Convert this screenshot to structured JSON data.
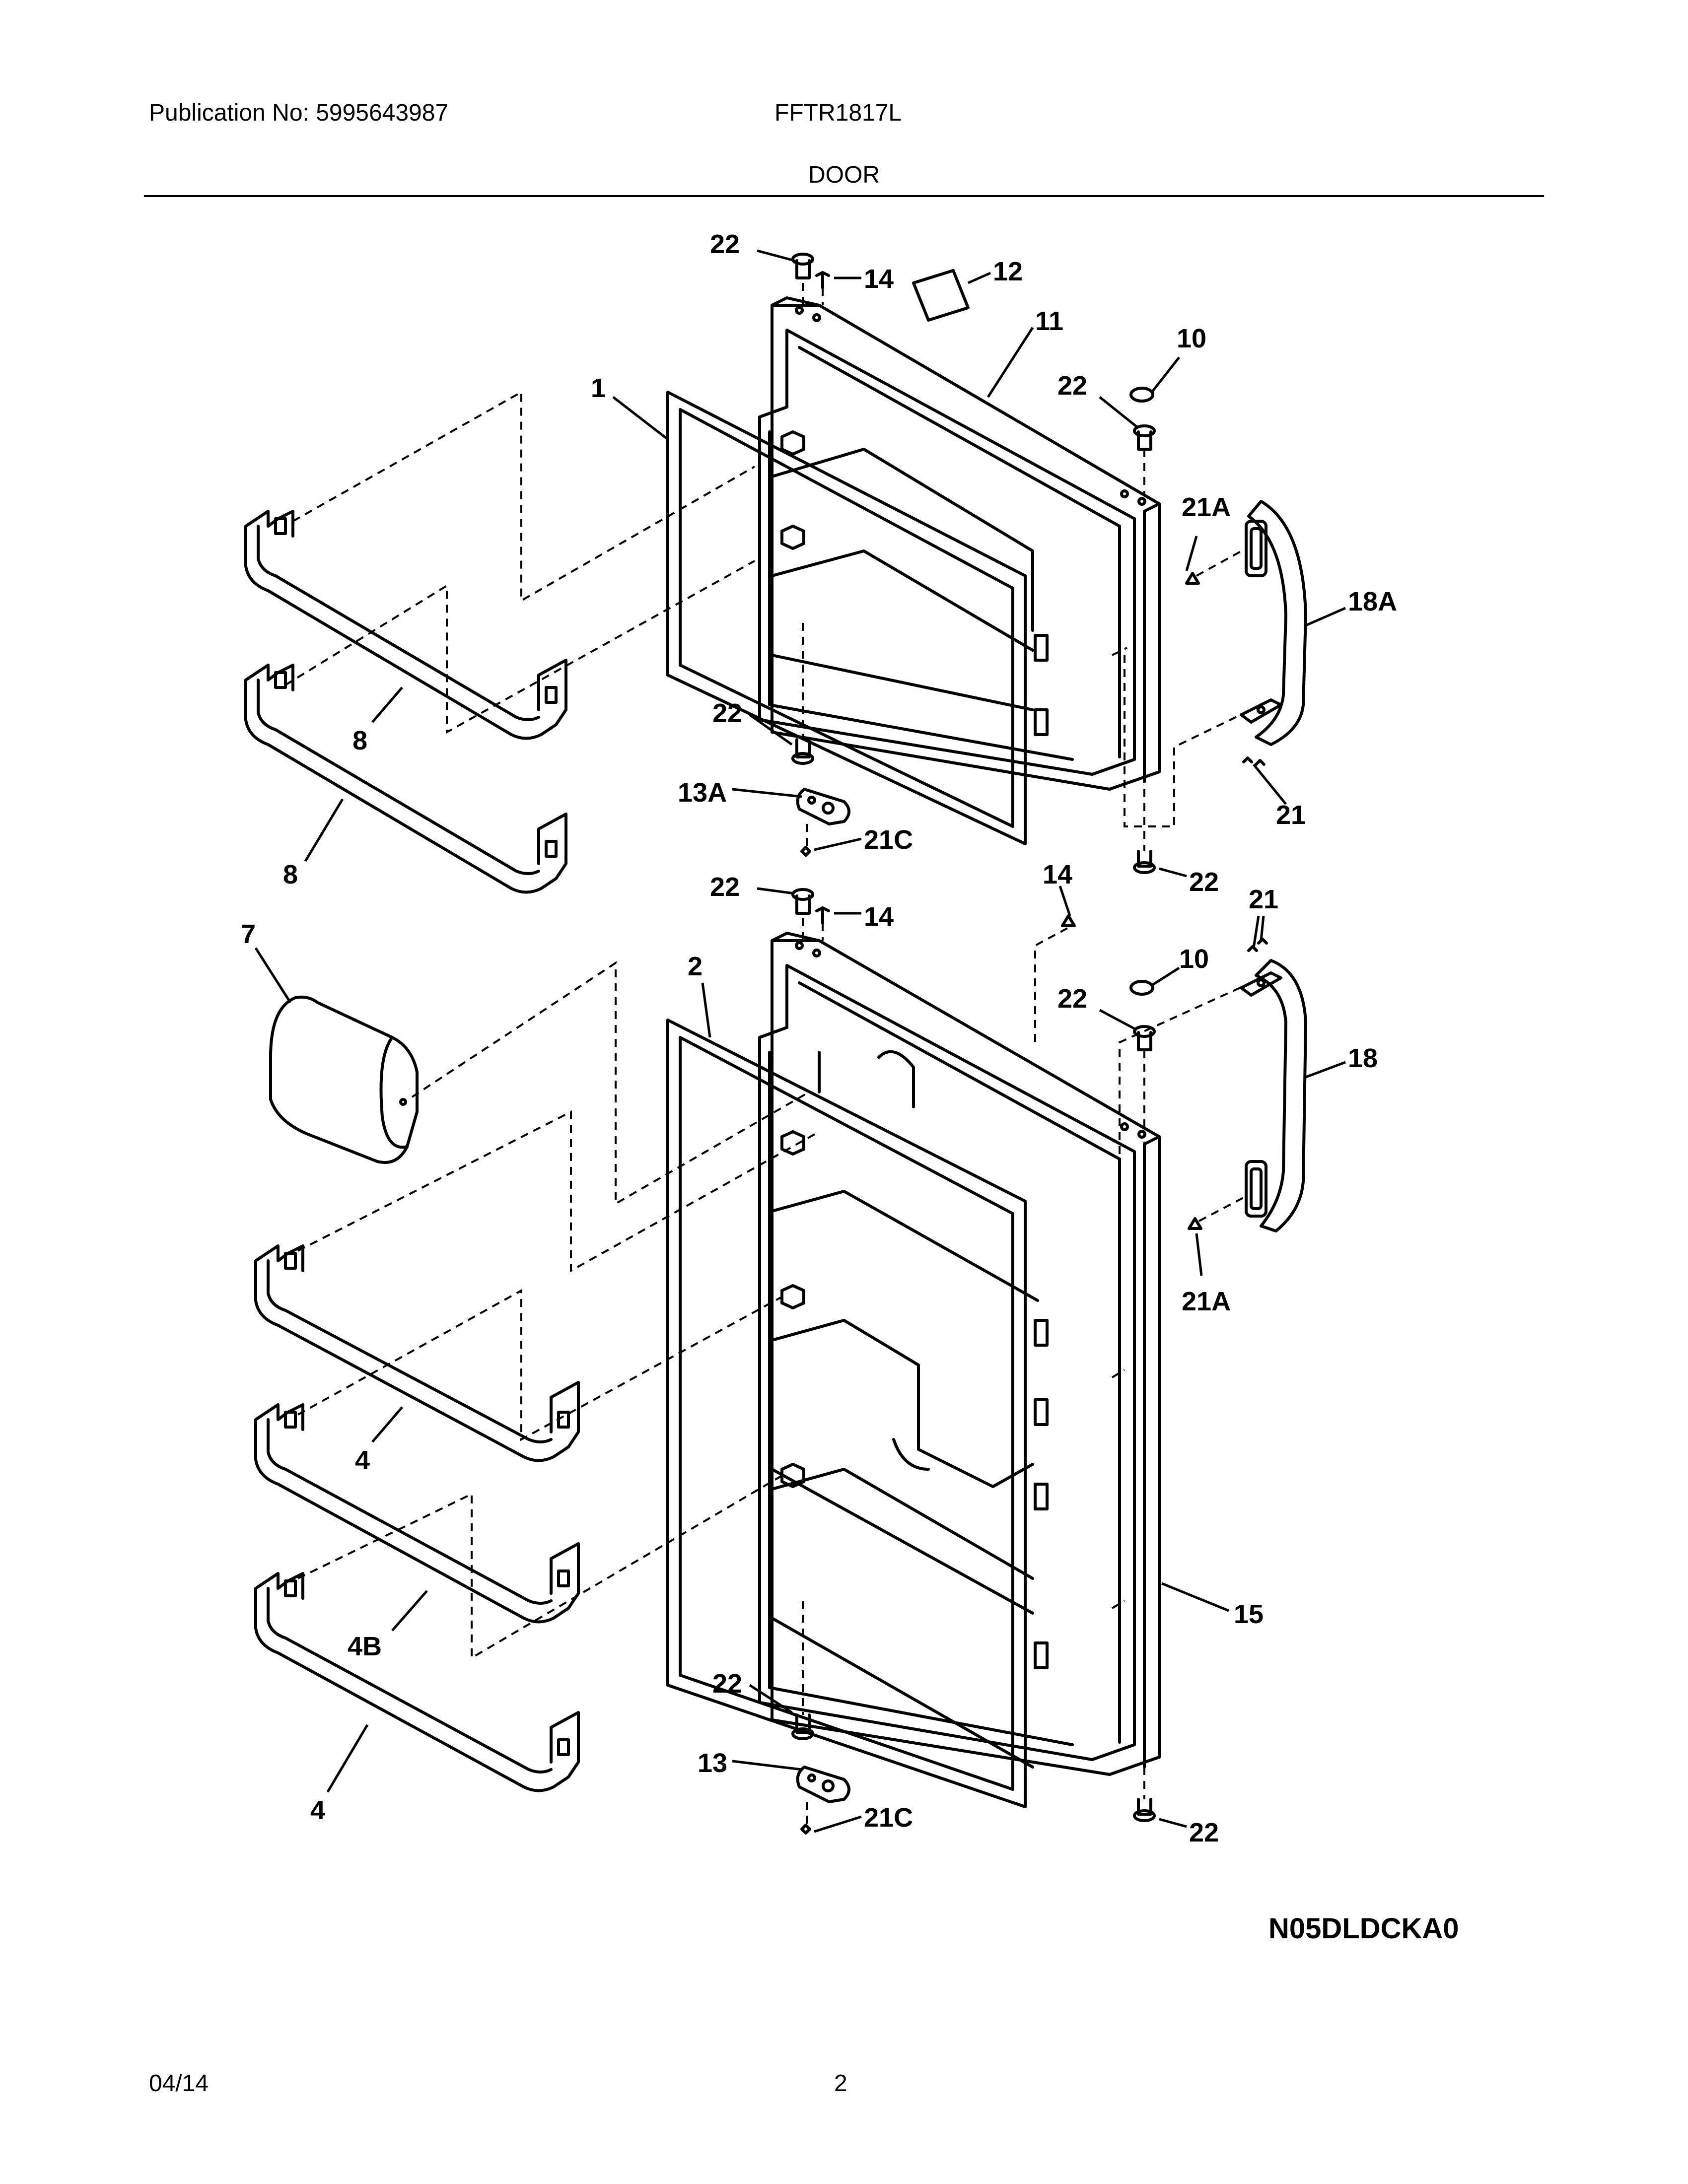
{
  "header": {
    "publication": "Publication No: 5995643987",
    "model": "FFTR1817L",
    "section": "DOOR"
  },
  "footer": {
    "date": "04/14",
    "page": "2"
  },
  "diagram_code": "N05DLDCKA0",
  "callouts": {
    "upper": {
      "c22_top": "22",
      "c14_top": "14",
      "c12": "12",
      "c11": "11",
      "c10": "10",
      "c22_right": "22",
      "c1": "1",
      "c21A": "21A",
      "c18A": "18A",
      "c8a": "8",
      "c8b": "8",
      "c22_hinge": "22",
      "c13A": "13A",
      "c21C": "21C",
      "c21": "21",
      "c22_bottom": "22"
    },
    "lower": {
      "c22_top": "22",
      "c14_top": "14",
      "c14_side": "14",
      "c21": "21",
      "c2": "2",
      "c7": "7",
      "c10": "10",
      "c22_right": "22",
      "c18": "18",
      "c21A": "21A",
      "c4a": "4",
      "c4B": "4B",
      "c4b": "4",
      "c15": "15",
      "c22_hinge": "22",
      "c13": "13",
      "c21C": "21C",
      "c22_bottom": "22"
    }
  }
}
